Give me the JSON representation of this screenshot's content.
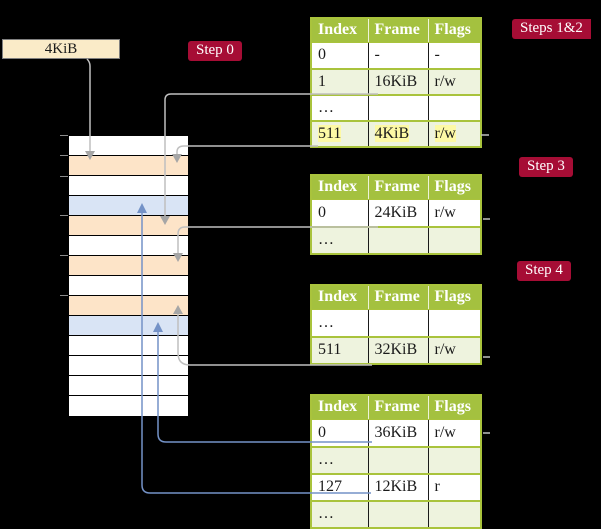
{
  "colors": {
    "background": "#000000",
    "table_header_green": "#a4c13f",
    "table_row_green": "#eef3de",
    "table_grid_green": "#a9c33c",
    "frame_peach": "#fde4c8",
    "frame_blue": "#d9e4f5",
    "highlight_yellow": "#fdf9a5",
    "badge_red": "#a60d35",
    "legend_cream": "#faebc8",
    "arrow_gray": "#bfbfbf",
    "arrow_blue": "#7492c7"
  },
  "legend": {
    "label": "4KiB"
  },
  "badges": {
    "step0": "Step 0",
    "steps12": "Steps 1&2",
    "step3": "Step 3",
    "step4": "Step 4"
  },
  "memory": {
    "rows": [
      "white",
      "peach",
      "white",
      "blue",
      "peach",
      "white",
      "peach",
      "white",
      "peach",
      "blue",
      "white",
      "white",
      "white",
      "white"
    ]
  },
  "tables": [
    {
      "headers": [
        "Index",
        "Frame",
        "Flags"
      ],
      "rows": [
        {
          "cells": [
            "0",
            "-",
            "-"
          ]
        },
        {
          "cells": [
            "1",
            "16KiB",
            "r/w"
          ]
        },
        {
          "cells": [
            "…",
            "",
            ""
          ]
        },
        {
          "cells": [
            "511",
            "4KiB",
            "r/w"
          ],
          "highlight": true
        }
      ]
    },
    {
      "headers": [
        "Index",
        "Frame",
        "Flags"
      ],
      "rows": [
        {
          "cells": [
            "0",
            "24KiB",
            "r/w"
          ]
        },
        {
          "cells": [
            "…",
            "",
            ""
          ]
        }
      ]
    },
    {
      "headers": [
        "Index",
        "Frame",
        "Flags"
      ],
      "rows": [
        {
          "cells": [
            "…",
            "",
            ""
          ]
        },
        {
          "cells": [
            "511",
            "32KiB",
            "r/w"
          ]
        }
      ]
    },
    {
      "headers": [
        "Index",
        "Frame",
        "Flags"
      ],
      "rows": [
        {
          "cells": [
            "0",
            "36KiB",
            "r/w"
          ]
        },
        {
          "cells": [
            "…",
            "",
            ""
          ]
        },
        {
          "cells": [
            "127",
            "12KiB",
            "r"
          ]
        },
        {
          "cells": [
            "…",
            "",
            ""
          ]
        }
      ]
    }
  ]
}
